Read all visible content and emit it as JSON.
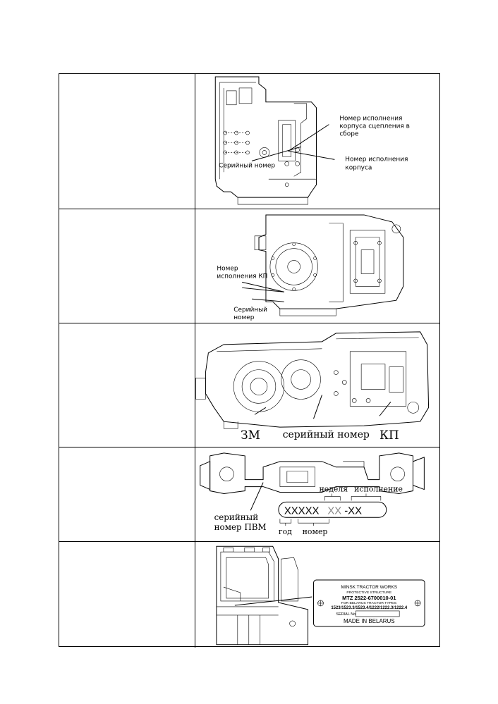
{
  "rows": [
    {
      "callouts": {
        "clutch_housing_version": [
          "Номер исполнения",
          "корпуса сцепления в",
          "сборе"
        ],
        "housing_version": [
          "Номер исполнения",
          "корпуса"
        ],
        "serial": "Серийный номер"
      }
    },
    {
      "callouts": {
        "gearbox_version": [
          "Номер",
          "исполнения КП"
        ],
        "serial": [
          "Серийный",
          "номер"
        ]
      }
    },
    {
      "callouts": {
        "left_unit": "ЗМ",
        "serial": "серийный номер",
        "right_unit": "КП"
      }
    },
    {
      "callouts": {
        "week": "неделя",
        "version": "исполнение",
        "serial_fwd_axle": [
          "серийный",
          "номер ПВМ"
        ],
        "year": "год",
        "number": "номер",
        "code_main": "XXXXX",
        "code_light": "XX",
        "code_tail": "-XX"
      }
    },
    {
      "plate": {
        "line1": "MINSK TRACTOR WORKS",
        "line2": "PROTECTIVE STRUCTURE",
        "line3": "MTZ 2522-6700010-01",
        "line4": "FOR BELARUS TRACTOR TYPES:",
        "line5": "1523/1523.3/1523.4/1222/1222.3/1222.4",
        "serial_label": "SERIAL No",
        "line7": "MADE IN BELARUS"
      }
    }
  ]
}
